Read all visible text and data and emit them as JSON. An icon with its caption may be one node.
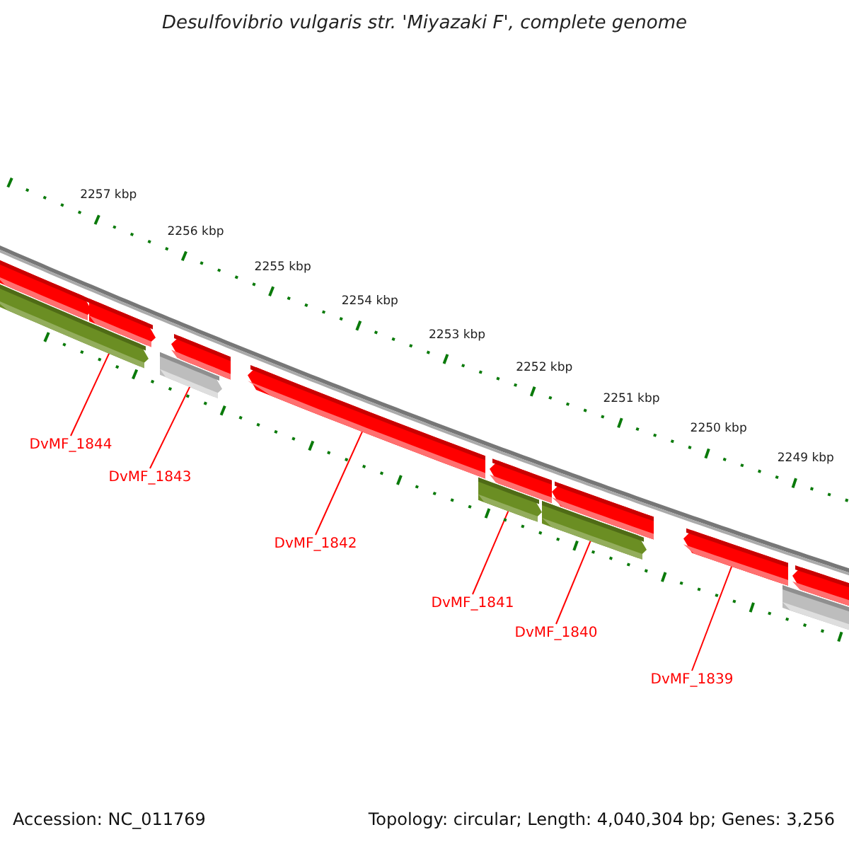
{
  "diagram": {
    "title": "Desulfovibrio vulgaris str. 'Miyazaki F', complete genome",
    "nodes": [
      {
        "text": [],
        "shape": "bar"
      },
      {
        "text": [],
        "shape": "bar"
      },
      {
        "text": [],
        "shape": "bar"
      },
      {
        "text": [],
        "shape": "bar"
      },
      {
        "text": [],
        "shape": "bar"
      },
      {
        "text": [],
        "shape": "bar"
      },
      {
        "text": [],
        "shape": "bar"
      },
      {
        "text": [],
        "shape": "bar"
      },
      {
        "text": [],
        "shape": "bar"
      },
      {
        "text": [],
        "shape": "bar"
      },
      {
        "text": [],
        "shape": "bar"
      },
      {
        "text": [],
        "shape": "bar"
      },
      {
        "text": [],
        "shape": "bar"
      },
      {
        "text": [],
        "shape": "bar"
      },
      {
        "text": [
          "DvMF_1844"
        ]
      },
      {
        "text": [
          "DvMF_1843"
        ]
      },
      {
        "text": [
          "DvMF_1842"
        ]
      },
      {
        "text": [
          "DvMF_1841"
        ]
      },
      {
        "text": [
          "DvMF_1840"
        ]
      },
      {
        "text": [
          "DvMF_1839"
        ]
      }
    ],
    "edges": [
      {
        "from": 14,
        "to": 3,
        "arrow": "none"
      },
      {
        "from": 15,
        "to": 5,
        "arrow": "none"
      },
      {
        "from": 16,
        "to": 6,
        "arrow": "none"
      },
      {
        "from": 17,
        "to": 8,
        "arrow": "none"
      },
      {
        "from": 18,
        "to": 10,
        "arrow": "none"
      },
      {
        "from": 19,
        "to": 11,
        "arrow": "none"
      }
    ],
    "labels": [
      "2257 kbp",
      "2256 kbp",
      "2255 kbp",
      "2254 kbp",
      "2253 kbp",
      "2252 kbp",
      "2251 kbp",
      "2250 kbp",
      "2249 kbp",
      "Accession: NC_011769",
      "Topology: circular; Length: 4,040,304 bp; Genes: 3,256"
    ]
  }
}
